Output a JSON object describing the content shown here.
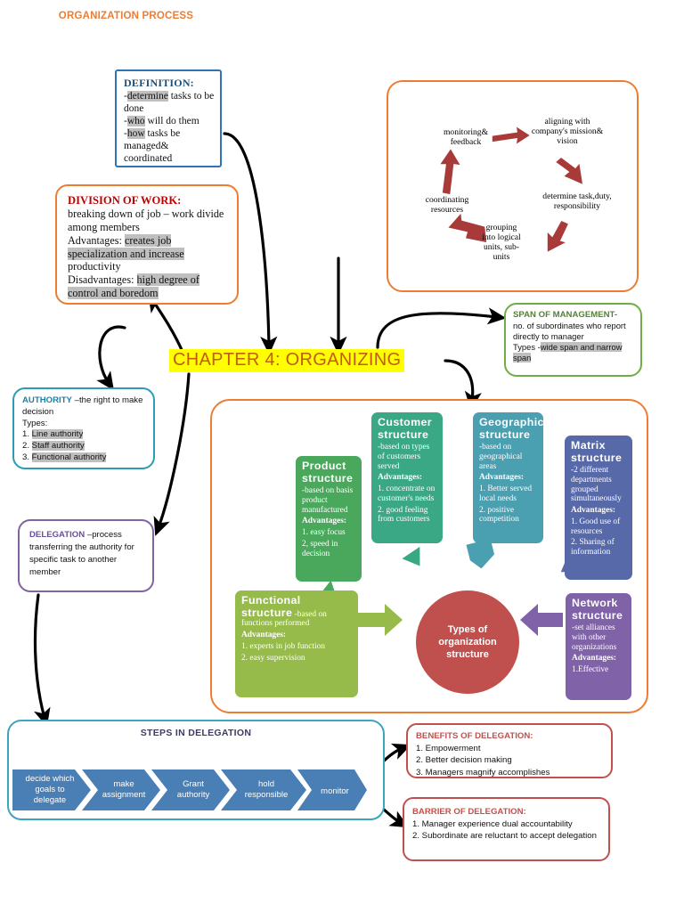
{
  "chapter": {
    "title": "CHAPTER 4: ORGANIZING",
    "highlight_color": "#ffff00",
    "text_color": "#c55a11"
  },
  "definition": {
    "title": "DEFINITION:",
    "lines": [
      "-determine tasks to be done",
      "-who will do them",
      "-how tasks be managed& coordinated"
    ],
    "border_color": "#2e74b5"
  },
  "division_of_work": {
    "title": "DIVISION OF WORK",
    "lines": [
      "breaking down of job – work divide among members",
      "Advantages: creates job specialization and increase productivity",
      "Disadvantages: high degree of control and boredom"
    ],
    "border_color": "#ed7d31",
    "title_color": "#c00000"
  },
  "organization_process": {
    "title": "ORGANIZATION PROCESS",
    "border_color": "#ed7d31",
    "steps": [
      "aligning with company's mission& vision",
      "determine task,duty, responsibility",
      "grouping into logical units, sub-units",
      "coordinating resources",
      "monitoring& feedback"
    ],
    "arrow_color": "#a83a3a"
  },
  "span_of_management": {
    "title": "SPAN OF MANAGEMENT-",
    "lines": [
      "no. of subordinates who report directly to manager",
      "Types -wide span and narrow span"
    ],
    "border_color": "#70ad47",
    "title_color": "#538135"
  },
  "authority": {
    "title": "AUTHORITY",
    "subtitle": "–the right to make decision",
    "types_label": "Types:",
    "types": [
      "1. Line authority",
      "2. Staff authority",
      "3. Functional authority"
    ],
    "border_color": "#2e9bb5",
    "title_color": "#1f7fa0"
  },
  "delegation": {
    "title": "DELEGATION",
    "subtitle": "–process transferring the authority for specific task to another member",
    "border_color": "#8064a2",
    "title_color": "#6a4f9b"
  },
  "structure_panel": {
    "border_color": "#ed7d31",
    "center_label": "Types of organization structure",
    "center_color": "#c0504d",
    "boxes": [
      {
        "id": "product",
        "heading": "Product structure",
        "desc": "-based on basis product manufactured",
        "adv_label": "Advantages:",
        "advantages": [
          "1. easy focus",
          "2, speed in decision"
        ],
        "color": "#4aa85c"
      },
      {
        "id": "customer",
        "heading": "Customer structure",
        "desc": "-based on types of customers served",
        "adv_label": "Advantages:",
        "advantages": [
          "1. concentrate on customer's needs",
          "2. good feeling from customers"
        ],
        "color": "#3aa884"
      },
      {
        "id": "geographic",
        "heading": "Geographic structure",
        "desc": "-based on geographical areas",
        "adv_label": "Advantages:",
        "advantages": [
          "1. Better served local needs",
          "2. positive competition"
        ],
        "color": "#4a9fb0"
      },
      {
        "id": "matrix",
        "heading": "Matrix structure",
        "desc": "-2 different departments grouped simultaneously",
        "adv_label": "Advantages:",
        "advantages": [
          "1. Good use of resources",
          "2. Sharing of information"
        ],
        "color": "#5769a8"
      },
      {
        "id": "functional",
        "heading": "Functional structure",
        "desc": "-based on functions performed",
        "adv_label": "Advantages:",
        "advantages": [
          "1. experts in job function",
          "2. easy supervision"
        ],
        "color": "#96bb4a"
      },
      {
        "id": "network",
        "heading": "Network structure",
        "desc": "-set alliances with other organizations",
        "adv_label": "Advantages:",
        "advantages": [
          "1.Effective"
        ],
        "color": "#7f62a8"
      }
    ]
  },
  "steps_in_delegation": {
    "title": "STEPS IN DELEGATION",
    "border_color": "#3aa7bd",
    "chevron_color": "#4a7fb5",
    "steps": [
      "decide which goals to delegate",
      "make assignment",
      "Grant authority",
      "hold responsible",
      "monitor"
    ]
  },
  "benefits_of_delegation": {
    "title": "BENEFITS OF DELEGATION:",
    "items": [
      "1. Empowerment",
      "2. Better decision making",
      "3. Managers magnify accomplishes"
    ],
    "border_color": "#c0504d"
  },
  "barrier_of_delegation": {
    "title": "BARRIER OF DELEGATION:",
    "items": [
      "1. Manager experience dual accountability",
      "2. Subordinate are reluctant to accept delegation"
    ],
    "border_color": "#c0504d"
  }
}
